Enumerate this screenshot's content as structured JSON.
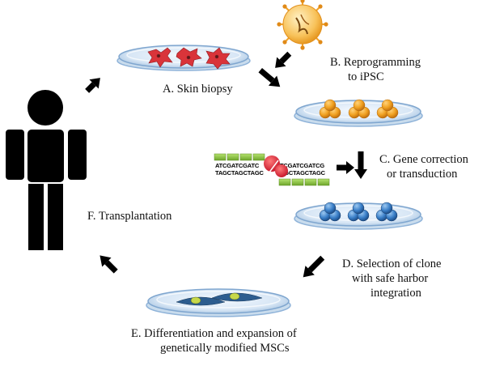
{
  "labels": {
    "a": "A. Skin biopsy",
    "b_line1": "B. Reprogramming",
    "b_line2": "to iPSC",
    "c_line1": "C. Gene correction",
    "c_line2": "or transduction",
    "d_line1": "D. Selection of clone",
    "d_line2": "with safe harbor",
    "d_line3": "integration",
    "e_line1": "E. Differentiation and expansion of",
    "e_line2": "genetically modified MSCs",
    "f": "F. Transplantation"
  },
  "dna": {
    "top_left": "ATCGATCGATC",
    "top_right": "TCGATCGATCG",
    "bottom_left": "TAGCTAGCTAGC",
    "bottom_right": "AGCTAGCTAGC"
  },
  "colors": {
    "figure": "#000000",
    "dish_rim": "#8fb3d9",
    "skin_cells": "#d9343a",
    "ipsc": "#f0a020",
    "clone": "#3a7fc8",
    "msc": "#2d5d8f",
    "virus": "#f5a623",
    "dna_strand": "#8cc63f",
    "nuclease": "#d9253a"
  }
}
